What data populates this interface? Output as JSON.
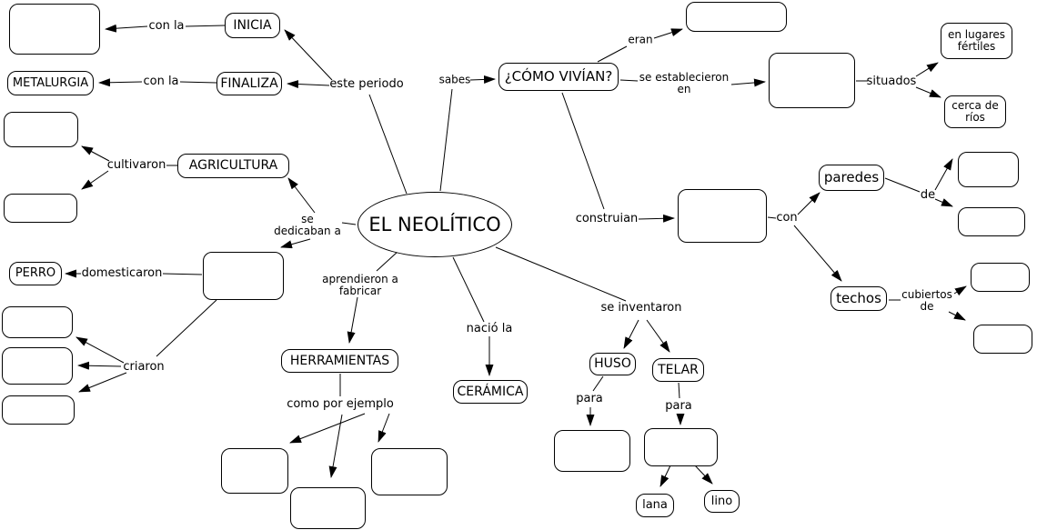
{
  "diagram": {
    "center": "EL NEOLÍTICO",
    "boxes": {
      "inicia": "INICIA",
      "metalurgia": "METALURGIA",
      "finaliza": "FINALIZA",
      "agricultura": "AGRICULTURA",
      "perro": "PERRO",
      "como_vivian": "¿CÓMO VIVÍAN?",
      "lugares_fertiles": "en lugares fértiles",
      "cerca_rios": "cerca de ríos",
      "paredes": "paredes",
      "techos": "techos",
      "herramientas": "HERRAMIENTAS",
      "ceramica": "CERÁMICA",
      "huso": "HUSO",
      "telar": "TELAR",
      "lana": "lana",
      "lino": "lino"
    },
    "labels": {
      "con_la_1": "con la",
      "con_la_2": "con la",
      "este_periodo": "este periodo",
      "sabes": "sabes",
      "cultivaron": "cultivaron",
      "se_dedicaban": "se dedicaban a",
      "domesticaron": "domesticaron",
      "criaron": "criaron",
      "eran": "eran",
      "se_establecieron": "se establecieron en",
      "situados": "situados",
      "construian": "construian",
      "con": "con",
      "de": "de",
      "cubiertos_de": "cubiertos de",
      "se_inventaron": "se inventaron",
      "aprendieron": "aprendieron a fabricar",
      "nacio_la": "nació la",
      "como_por_ejemplo": "como por ejemplo",
      "para_1": "para",
      "para_2": "para"
    }
  }
}
